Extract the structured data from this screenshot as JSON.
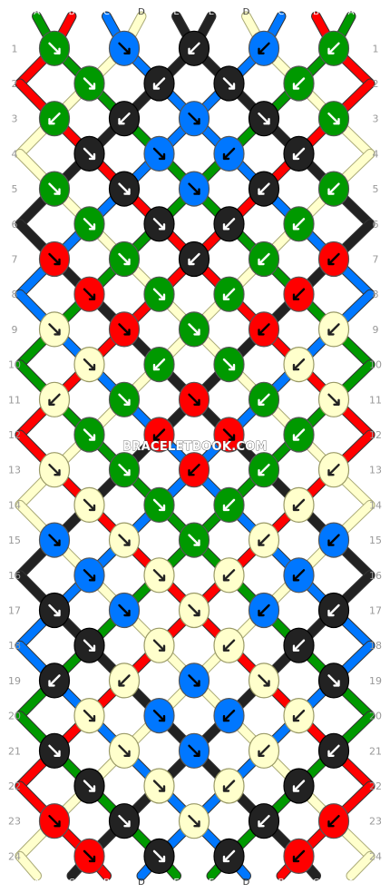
{
  "colors": {
    "A": "#009900",
    "B": "#ff0000",
    "C": "#0077ff",
    "D": "#ffffcc",
    "E": "#222222"
  },
  "top_strands": [
    "A",
    "B",
    "C",
    "D",
    "E",
    "E",
    "D",
    "C",
    "B",
    "A"
  ],
  "bottom_strands": [
    "A",
    "C",
    "B",
    "D",
    "E",
    "E",
    "D",
    "B",
    "C",
    "A"
  ],
  "row_numbers": [
    "1",
    "2",
    "3",
    "4",
    "5",
    "6",
    "7",
    "8",
    "9",
    "10",
    "11",
    "12",
    "13",
    "14",
    "15",
    "16",
    "17",
    "18",
    "19",
    "20",
    "21",
    "22",
    "23",
    "24"
  ],
  "watermark": "BRACELETBOOK.COM",
  "knot_rows": [
    [
      [
        "A",
        "R"
      ],
      [
        "C",
        "R"
      ],
      [
        "E",
        "L"
      ],
      [
        "C",
        "L"
      ],
      [
        "A",
        "L"
      ]
    ],
    [
      [
        "A",
        "R"
      ],
      [
        "E",
        "L"
      ],
      [
        "E",
        "R"
      ],
      [
        "A",
        "L"
      ]
    ],
    [
      [
        "A",
        "L"
      ],
      [
        "E",
        "L"
      ],
      [
        "C",
        "R"
      ],
      [
        "E",
        "R"
      ],
      [
        "A",
        "R"
      ]
    ],
    [
      [
        "E",
        "R"
      ],
      [
        "C",
        "R"
      ],
      [
        "C",
        "L"
      ],
      [
        "E",
        "L"
      ]
    ],
    [
      [
        "A",
        "R"
      ],
      [
        "E",
        "R"
      ],
      [
        "C",
        "R"
      ],
      [
        "E",
        "L"
      ],
      [
        "A",
        "L"
      ]
    ],
    [
      [
        "A",
        "R"
      ],
      [
        "E",
        "R"
      ],
      [
        "E",
        "L"
      ],
      [
        "A",
        "L"
      ]
    ],
    [
      [
        "B",
        "R"
      ],
      [
        "A",
        "R"
      ],
      [
        "E",
        "L"
      ],
      [
        "A",
        "L"
      ],
      [
        "B",
        "L"
      ]
    ],
    [
      [
        "B",
        "R"
      ],
      [
        "A",
        "R"
      ],
      [
        "A",
        "L"
      ],
      [
        "B",
        "L"
      ]
    ],
    [
      [
        "D",
        "R"
      ],
      [
        "B",
        "R"
      ],
      [
        "A",
        "R"
      ],
      [
        "B",
        "L"
      ],
      [
        "D",
        "L"
      ]
    ],
    [
      [
        "D",
        "R"
      ],
      [
        "A",
        "L"
      ],
      [
        "A",
        "R"
      ],
      [
        "D",
        "L"
      ]
    ],
    [
      [
        "D",
        "L"
      ],
      [
        "A",
        "R"
      ],
      [
        "B",
        "R"
      ],
      [
        "A",
        "L"
      ],
      [
        "D",
        "R"
      ]
    ],
    [
      [
        "A",
        "R"
      ],
      [
        "B",
        "L"
      ],
      [
        "B",
        "R"
      ],
      [
        "A",
        "L"
      ]
    ],
    [
      [
        "D",
        "R"
      ],
      [
        "A",
        "R"
      ],
      [
        "B",
        "L"
      ],
      [
        "A",
        "L"
      ],
      [
        "D",
        "L"
      ]
    ],
    [
      [
        "D",
        "R"
      ],
      [
        "A",
        "R"
      ],
      [
        "A",
        "L"
      ],
      [
        "D",
        "L"
      ]
    ],
    [
      [
        "C",
        "R"
      ],
      [
        "D",
        "R"
      ],
      [
        "A",
        "R"
      ],
      [
        "D",
        "L"
      ],
      [
        "C",
        "L"
      ]
    ],
    [
      [
        "C",
        "R"
      ],
      [
        "D",
        "R"
      ],
      [
        "D",
        "L"
      ],
      [
        "C",
        "L"
      ]
    ],
    [
      [
        "E",
        "R"
      ],
      [
        "C",
        "R"
      ],
      [
        "D",
        "R"
      ],
      [
        "C",
        "L"
      ],
      [
        "E",
        "L"
      ]
    ],
    [
      [
        "E",
        "R"
      ],
      [
        "D",
        "R"
      ],
      [
        "D",
        "L"
      ],
      [
        "E",
        "L"
      ]
    ],
    [
      [
        "E",
        "L"
      ],
      [
        "D",
        "L"
      ],
      [
        "C",
        "R"
      ],
      [
        "D",
        "R"
      ],
      [
        "E",
        "R"
      ]
    ],
    [
      [
        "D",
        "R"
      ],
      [
        "C",
        "R"
      ],
      [
        "C",
        "L"
      ],
      [
        "D",
        "L"
      ]
    ],
    [
      [
        "E",
        "R"
      ],
      [
        "D",
        "R"
      ],
      [
        "C",
        "R"
      ],
      [
        "D",
        "L"
      ],
      [
        "E",
        "L"
      ]
    ],
    [
      [
        "E",
        "R"
      ],
      [
        "D",
        "R"
      ],
      [
        "D",
        "L"
      ],
      [
        "E",
        "L"
      ]
    ],
    [
      [
        "B",
        "R"
      ],
      [
        "E",
        "R"
      ],
      [
        "D",
        "R"
      ],
      [
        "E",
        "L"
      ],
      [
        "B",
        "L"
      ]
    ],
    [
      [
        "B",
        "R"
      ],
      [
        "E",
        "R"
      ],
      [
        "E",
        "L"
      ],
      [
        "B",
        "L"
      ]
    ]
  ]
}
